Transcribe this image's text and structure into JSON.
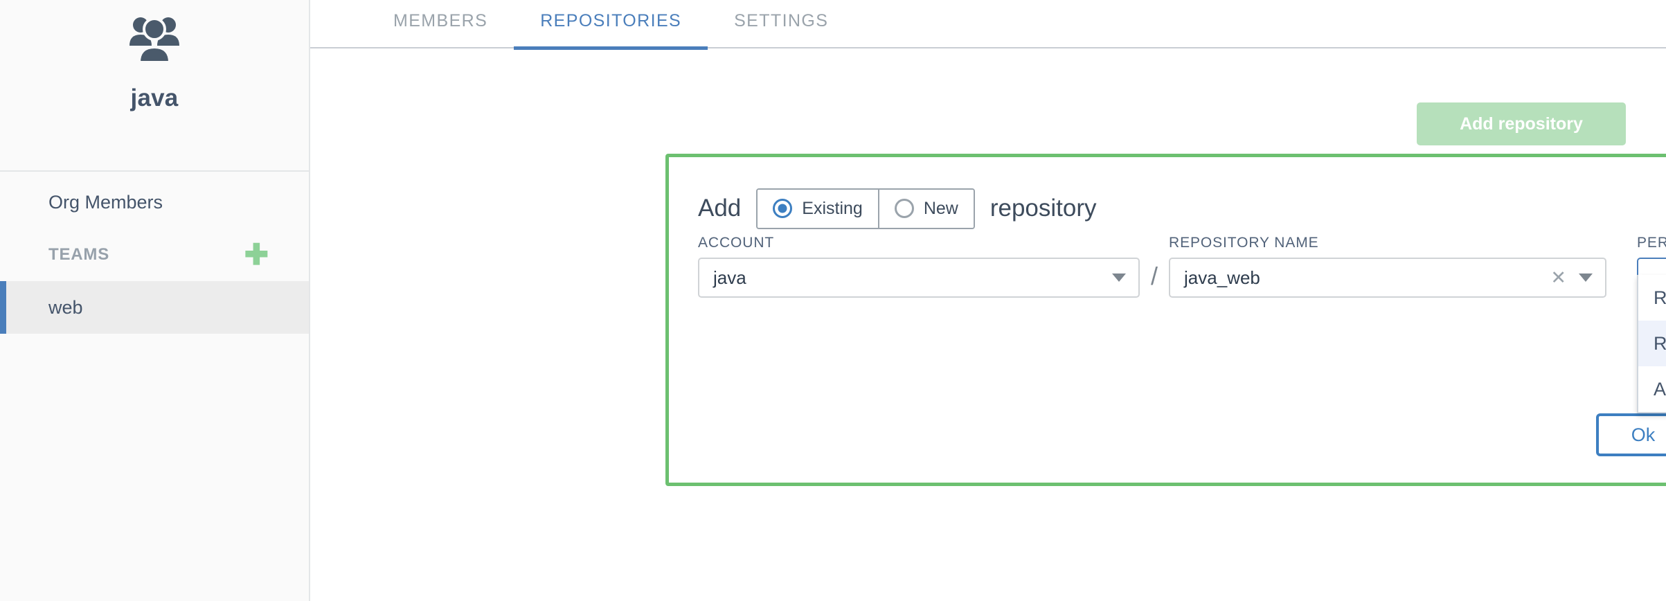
{
  "sidebar": {
    "org_icon": "group-people-icon",
    "org_name": "java",
    "items": [
      {
        "label": "Org Members",
        "active": false
      },
      {
        "label": "web",
        "active": true
      }
    ],
    "section_label": "TEAMS",
    "add_team_icon": "plus-icon"
  },
  "tabs": [
    {
      "label": "MEMBERS",
      "active": false
    },
    {
      "label": "REPOSITORIES",
      "active": true
    },
    {
      "label": "SETTINGS",
      "active": false
    }
  ],
  "toolbar": {
    "add_repository_label": "Add repository"
  },
  "panel": {
    "title_prefix": "Add",
    "title_suffix": "repository",
    "mode_options": [
      {
        "label": "Existing",
        "selected": true
      },
      {
        "label": "New",
        "selected": false
      }
    ],
    "account": {
      "label": "ACCOUNT",
      "value": "java",
      "caret": "chevron-down-icon"
    },
    "separator": "/",
    "repository_name": {
      "label": "REPOSITORY NAME",
      "value": "java_web",
      "clear_icon": "close-icon",
      "caret": "chevron-down-icon"
    },
    "permissions": {
      "label": "PERMISSIONS",
      "value": "",
      "caret": "chevron-up-icon",
      "open": true,
      "options": [
        {
          "label": "Read-only",
          "highlighted": false
        },
        {
          "label": "Read-write",
          "highlighted": true
        },
        {
          "label": "Admin",
          "highlighted": false
        }
      ]
    },
    "confirm_button_label": "Ok"
  },
  "colors": {
    "accent_blue": "#4a7ebb",
    "panel_green": "#6cc070",
    "button_green": "#b6e0bb",
    "sidebar_bg": "#fafafa",
    "text_slate": "#44546a"
  }
}
